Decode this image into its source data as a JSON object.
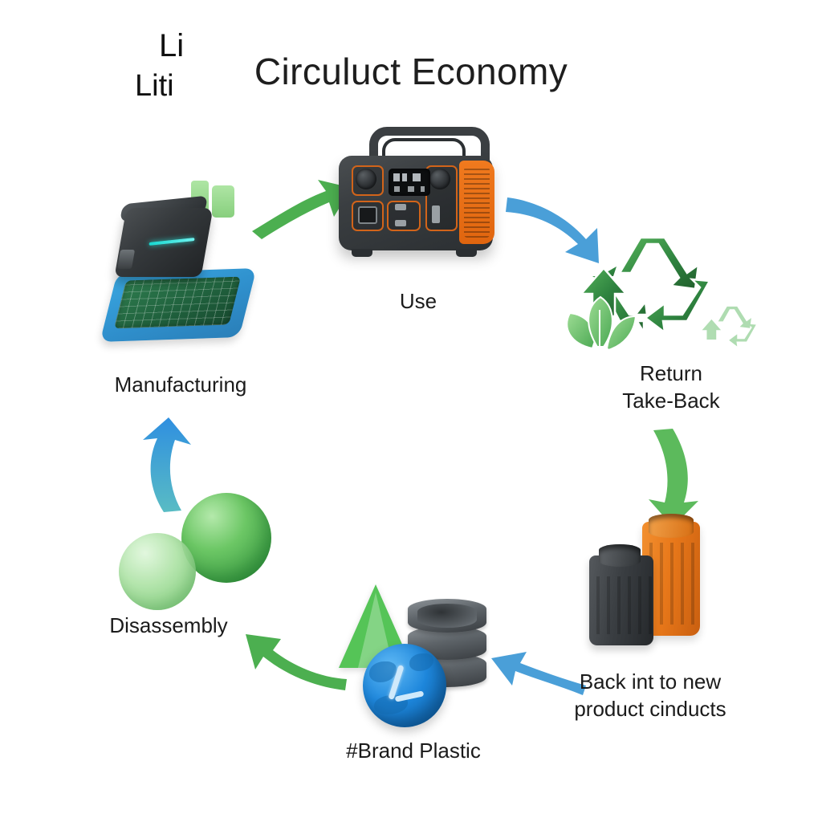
{
  "diagram": {
    "title": "Circuluct Economy",
    "type": "circular-lifecycle",
    "background_color": "#ffffff"
  },
  "nodes": [
    {
      "id": "manufacturing",
      "label": "Manufacturing",
      "icon": "battery-on-blue-tray-with-circuit-board",
      "position": "left"
    },
    {
      "id": "use",
      "label": "Use",
      "icon": "portable-power-station",
      "position": "top-center"
    },
    {
      "id": "return-take-back",
      "label": "Return\nTake-Back",
      "icon": "recycling-triangle-with-leaf",
      "position": "right"
    },
    {
      "id": "back-to-new-products",
      "label": "Back int to new\nproduct cinducts",
      "icon": "plastic-containers-orange-and-black",
      "position": "bottom-right"
    },
    {
      "id": "brand-plastic",
      "label": "#Brand Plastic",
      "icon": "pyramid-database-globe-cluster",
      "position": "bottom-center"
    },
    {
      "id": "disassembly",
      "label": "Disassembly",
      "icon": "lithium-spheres",
      "position": "bottom-left"
    }
  ],
  "sphere_labels": {
    "large": "Li",
    "small": "Liti"
  },
  "arrows": [
    {
      "id": "mfg-to-use",
      "from": "manufacturing",
      "to": "use",
      "color": "#4CAF50",
      "direction": "right-up"
    },
    {
      "id": "use-to-return",
      "from": "use",
      "to": "return-take-back",
      "color": "#4A9FD8",
      "direction": "right-down"
    },
    {
      "id": "return-to-back",
      "from": "return-take-back",
      "to": "back-to-new-products",
      "color": "#5CBA5C",
      "direction": "down"
    },
    {
      "id": "back-to-brand",
      "from": "back-to-new-products",
      "to": "brand-plastic",
      "color": "#4A9FD8",
      "direction": "left"
    },
    {
      "id": "brand-to-disasm",
      "from": "brand-plastic",
      "to": "disassembly",
      "color": "#4CAF50",
      "direction": "left-up"
    },
    {
      "id": "disasm-to-mfg",
      "from": "disassembly",
      "to": "manufacturing",
      "color": "#3D9BE0",
      "direction": "up"
    }
  ],
  "colors": {
    "green_arrow": "#4CAF50",
    "blue_arrow": "#4A9FD8",
    "product_orange": "#E8781A",
    "product_dark": "#33373A",
    "tray_blue": "#2F8FCC",
    "recycle_green": "#2F8440",
    "title_text": "#1E1E1E"
  }
}
